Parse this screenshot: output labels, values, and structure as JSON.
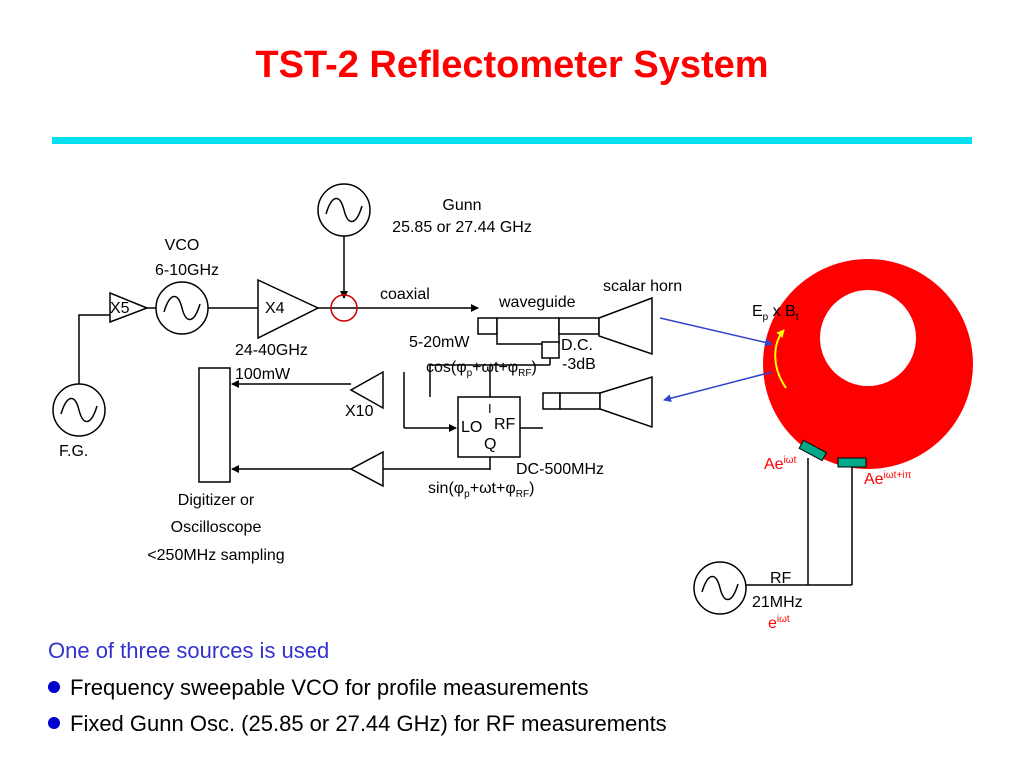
{
  "title": "TST-2 Reflectometer System",
  "colors": {
    "title": "#ff0000",
    "rule": "#00e0f0",
    "plasma": "#ff0000",
    "antenna": "#00aa88",
    "blue_text": "#3333cc",
    "beam_arrow": "#3344cc",
    "highlight": "#ffff00"
  },
  "diagram": {
    "gunn": {
      "name": "Gunn",
      "freq": "25.85 or 27.44 GHz"
    },
    "vco": {
      "name": "VCO",
      "freq": "6-10GHz"
    },
    "x5": "X5",
    "x4": "X4",
    "x10": "X10",
    "amp_out": {
      "freq": "24-40GHz",
      "power": "100mW"
    },
    "coaxial": "coaxial",
    "waveguide": "waveguide",
    "scalar_horn": "scalar horn",
    "power_level": "5-20mW",
    "dc": {
      "name": "D.C.",
      "atten": "-3dB"
    },
    "mixer": {
      "i": "I",
      "lo": "LO",
      "rf": "RF",
      "q": "Q"
    },
    "cos_signal": {
      "pre": "cos(",
      "phi": "φ",
      "p": "p",
      "mid": "+ωt+",
      "rf": "RF",
      "post": ")"
    },
    "sin_signal": {
      "pre": "sin(",
      "phi": "φ",
      "p": "p",
      "mid": "+ωt+",
      "rf": "RF",
      "post": ")"
    },
    "bandwidth": "DC-500MHz",
    "fg": "F.G.",
    "digitizer": [
      "Digitizer or",
      "Oscilloscope",
      "<250MHz sampling"
    ],
    "ep_bt": {
      "e": "E",
      "p": "p",
      "x": " x B",
      "t": "t"
    },
    "ae1": {
      "base": "Ae",
      "exp": "iωt"
    },
    "ae2": {
      "base": "Ae",
      "exp": "iωt+iπ"
    },
    "rf_src": {
      "name": "RF",
      "freq": "21MHz",
      "base": "e",
      "exp": "iωt"
    }
  },
  "bullets": {
    "heading": "One of three sources is used",
    "items": [
      "Frequency sweepable VCO for profile measurements",
      "Fixed Gunn Osc. (25.85 or 27.44 GHz) for RF measurements"
    ]
  }
}
